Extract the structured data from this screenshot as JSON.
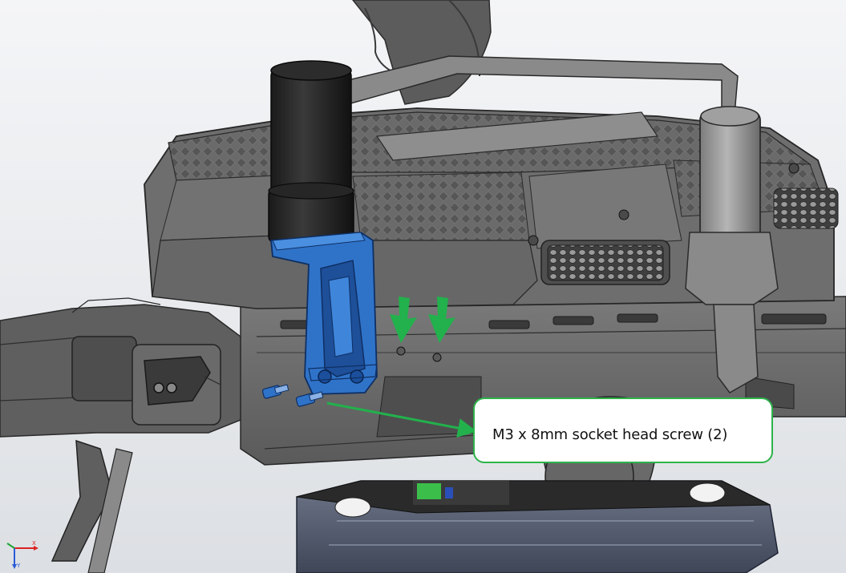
{
  "callout": {
    "text": "M3 x 8mm socket head screw (2)",
    "border_color": "#2db34a"
  },
  "arrows": {
    "color": "#22b14c"
  },
  "bracket_color": "#2f73c9",
  "triad": {
    "x_label": "X",
    "y_label": "Y"
  }
}
